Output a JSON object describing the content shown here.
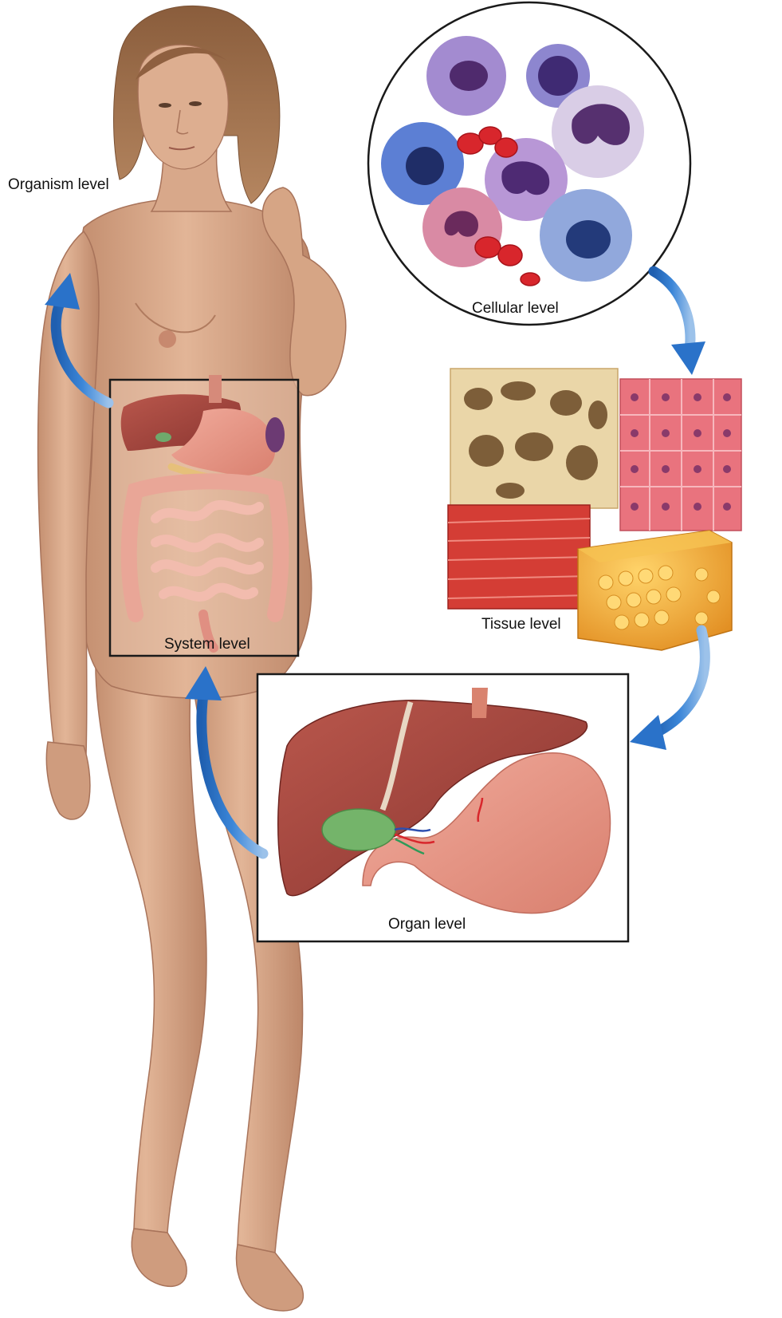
{
  "labels": {
    "organism": "Organism level",
    "cellular": "Cellular level",
    "tissue": "Tissue level",
    "system": "System level",
    "organ": "Organ level"
  },
  "colors": {
    "background": "#ffffff",
    "skin": "#d9a98a",
    "skin_shadow": "#b9856a",
    "hair": "#9a6b47",
    "arrow": "#2a72c9",
    "arrow_light": "#8fb8e6",
    "frame": "#1a1a1a",
    "liver": "#a4473f",
    "stomach": "#e79a8c",
    "intestine": "#efb4a8",
    "gallbladder": "#74b46a",
    "bone": "#e7cf9a",
    "epithelium": "#e9737e",
    "muscle": "#d43d35",
    "fat": "#f0a93b",
    "cell_purple": "#9a7ec6",
    "cell_blue": "#6d8fd1",
    "red_blood_cell": "#d8262c"
  }
}
